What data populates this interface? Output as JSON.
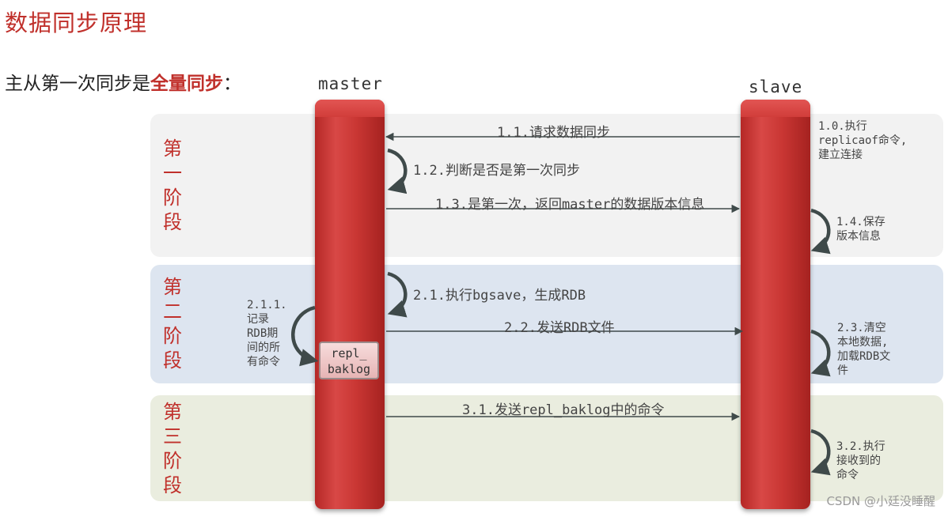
{
  "title": "数据同步原理",
  "intro": {
    "prefix": "主从第一次同步是",
    "emphasis": "全量同步",
    "suffix": "："
  },
  "lanes": {
    "master": "master",
    "slave": "slave"
  },
  "stages": [
    {
      "label": "第\n一\n阶\n段"
    },
    {
      "label": "第\n二\n阶\n段"
    },
    {
      "label": "第\n三\n阶\n段"
    }
  ],
  "steps": {
    "s1_0": "1.0.执行\nreplicaof命令,\n建立连接",
    "s1_1": "1.1.请求数据同步",
    "s1_2": "1.2.判断是否是第一次同步",
    "s1_3": "1.3.是第一次，返回master的数据版本信息",
    "s1_4": "1.4.保存\n版本信息",
    "s2_1": "2.1.执行bgsave，生成RDB",
    "s2_1_1": "2.1.1.\n记录\nRDB期\n间的所\n有命令",
    "s2_2": "2.2.发送RDB文件",
    "s2_3": "2.3.清空\n本地数据,\n加载RDB文\n件",
    "s3_1": "3.1.发送repl_baklog中的命令",
    "s3_2": "3.2.执行\n接收到的\n命令"
  },
  "backlog": "repl_\nbaklog",
  "watermark": "CSDN @小廷没睡醒",
  "colors": {
    "accent": "#c0302b",
    "arrow": "#3f4a4a"
  }
}
